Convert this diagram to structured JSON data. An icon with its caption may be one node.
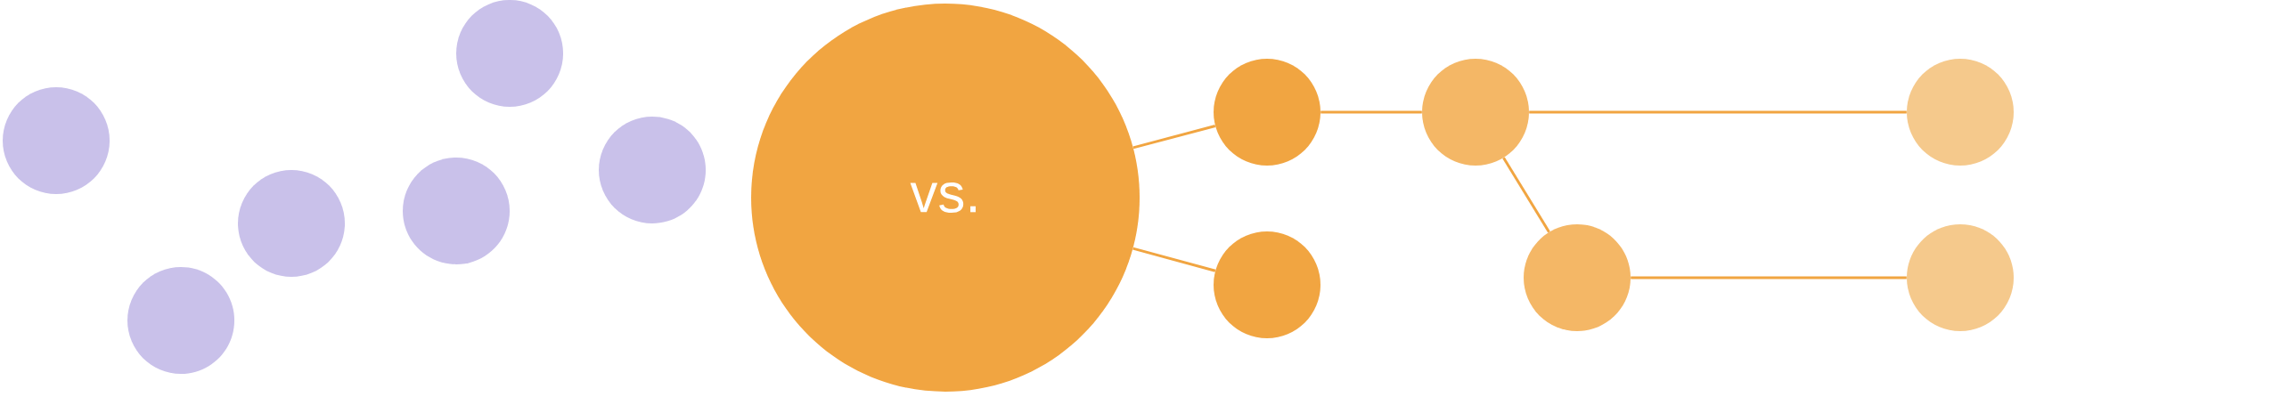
{
  "diagram": {
    "nodes": [
      {
        "text": [],
        "shape": "circle"
      },
      {
        "text": [],
        "shape": "circle"
      },
      {
        "text": [],
        "shape": "circle"
      },
      {
        "text": [],
        "shape": "circle"
      },
      {
        "text": [],
        "shape": "circle"
      },
      {
        "text": [],
        "shape": "circle"
      },
      {
        "text": [
          "vs."
        ]
      },
      {
        "text": [],
        "shape": "circle"
      },
      {
        "text": [],
        "shape": "circle"
      },
      {
        "text": [],
        "shape": "circle"
      },
      {
        "text": [],
        "shape": "circle"
      },
      {
        "text": [],
        "shape": "circle"
      },
      {
        "text": [],
        "shape": "circle"
      }
    ],
    "edges": [
      {
        "from": 6,
        "to": 7,
        "arrow": "none"
      },
      {
        "from": 6,
        "to": 8,
        "arrow": "none"
      },
      {
        "from": 7,
        "to": 9,
        "arrow": "none"
      },
      {
        "from": 9,
        "to": 10,
        "arrow": "none"
      },
      {
        "from": 9,
        "to": 11,
        "arrow": "none"
      },
      {
        "from": 11,
        "to": 12,
        "arrow": "none"
      }
    ]
  }
}
